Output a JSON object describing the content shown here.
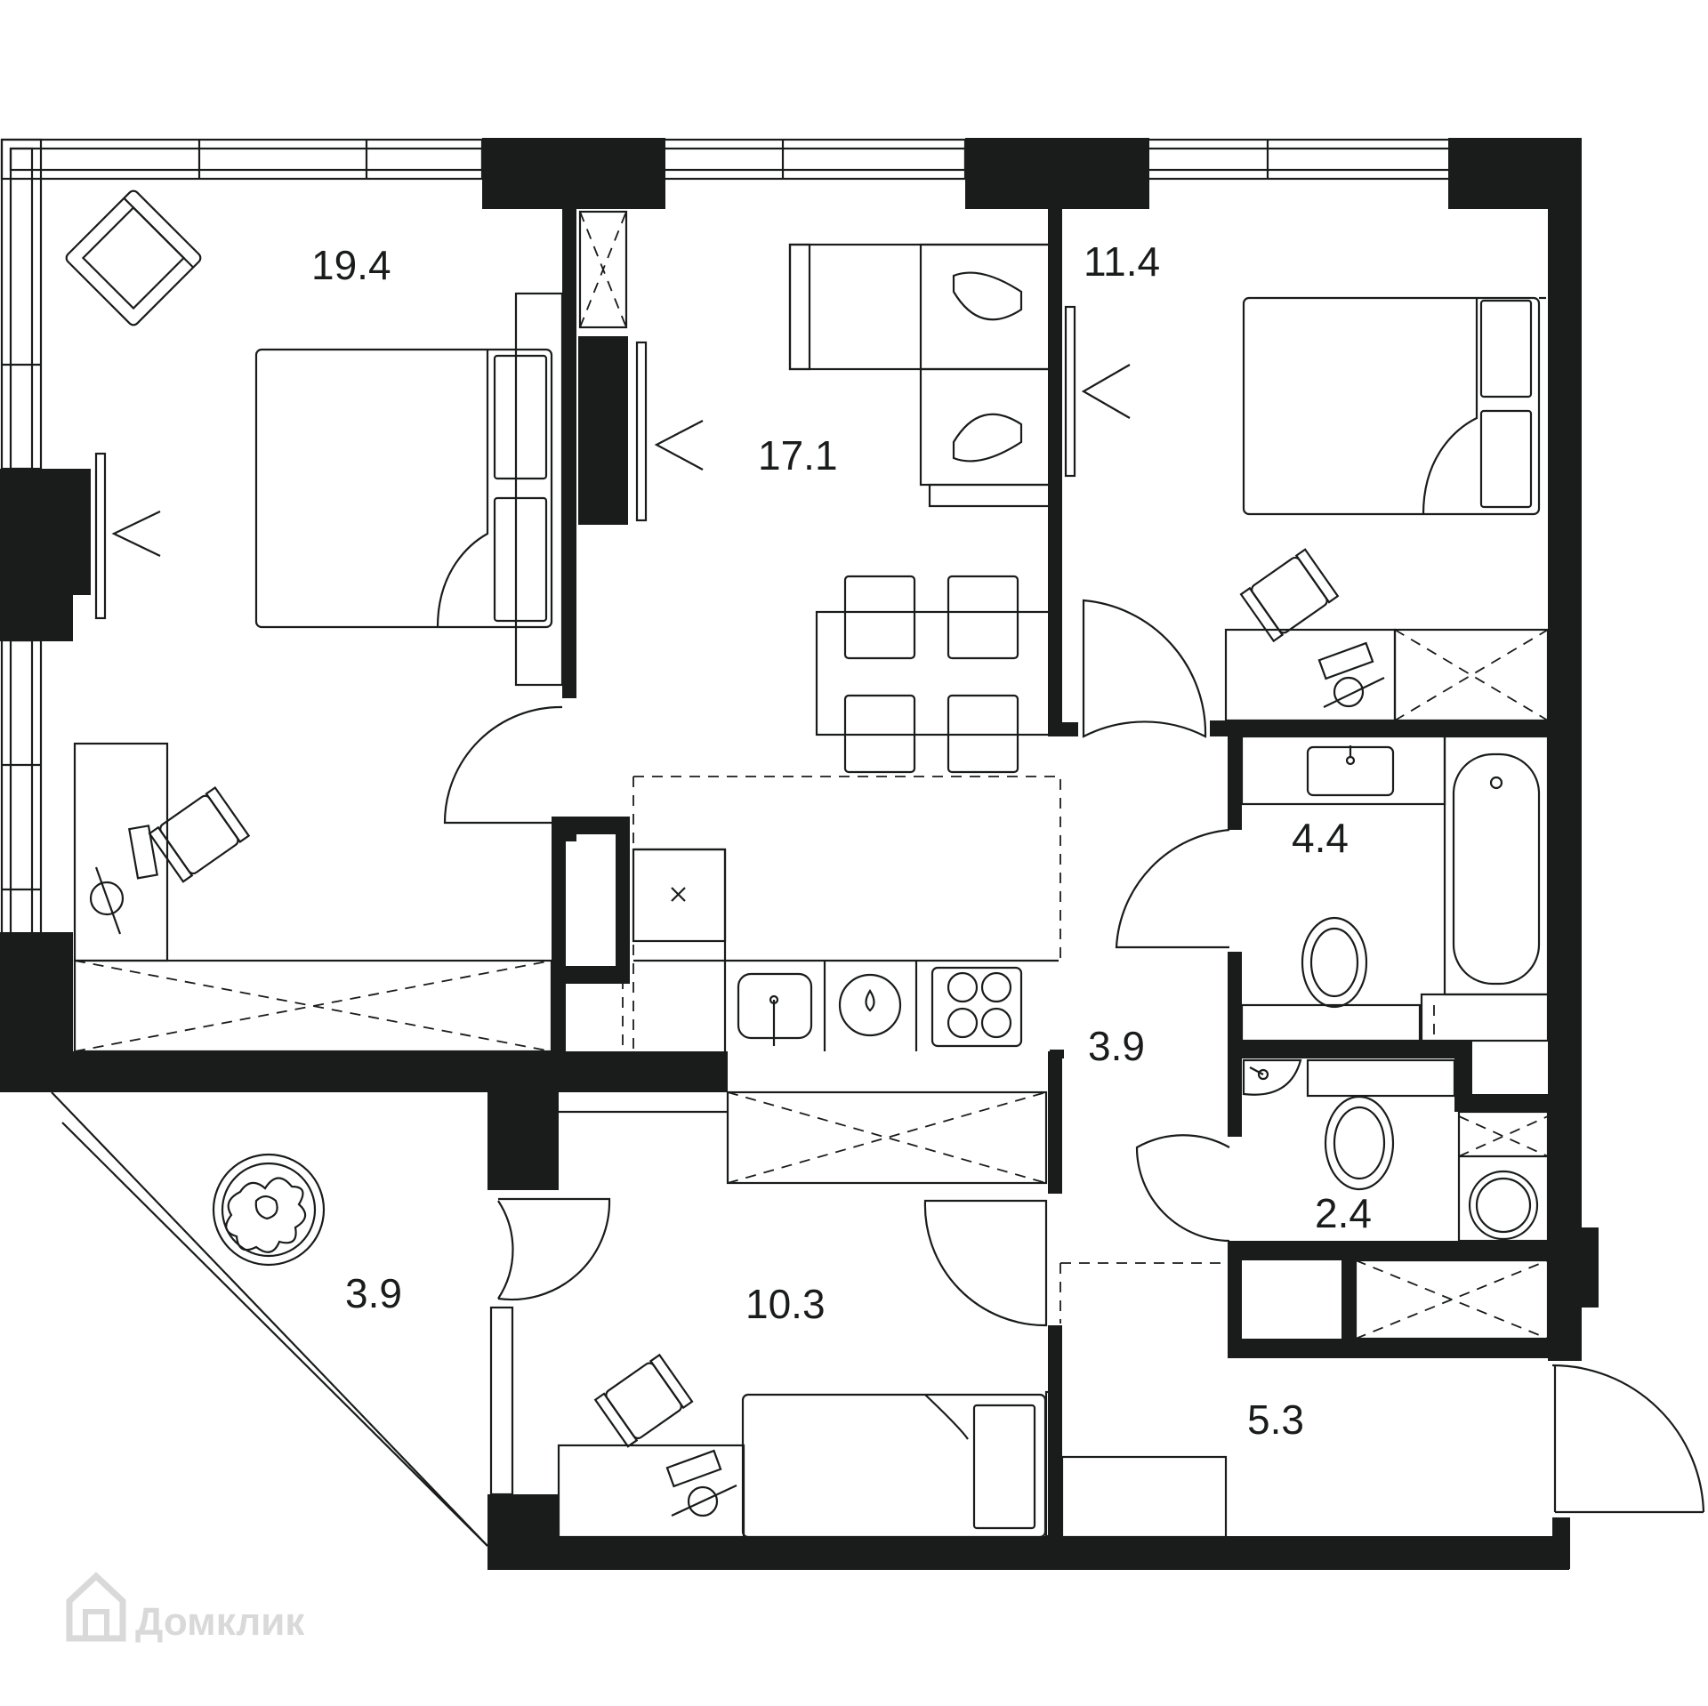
{
  "rooms": [
    {
      "id": "bedroom-master",
      "area": "19.4"
    },
    {
      "id": "living-kitchen",
      "area": "17.1"
    },
    {
      "id": "bedroom-right",
      "area": "11.4"
    },
    {
      "id": "bathroom",
      "area": "4.4"
    },
    {
      "id": "corridor",
      "area": "3.9"
    },
    {
      "id": "wc",
      "area": "2.4"
    },
    {
      "id": "balcony",
      "area": "3.9"
    },
    {
      "id": "bedroom-small",
      "area": "10.3"
    },
    {
      "id": "hallway",
      "area": "5.3"
    }
  ],
  "watermark": {
    "text": "Домклик",
    "icon": "house-logo-icon"
  },
  "colors": {
    "wall": "#1a1c1c",
    "background": "#ffffff",
    "watermark": "#d9d9d9"
  }
}
